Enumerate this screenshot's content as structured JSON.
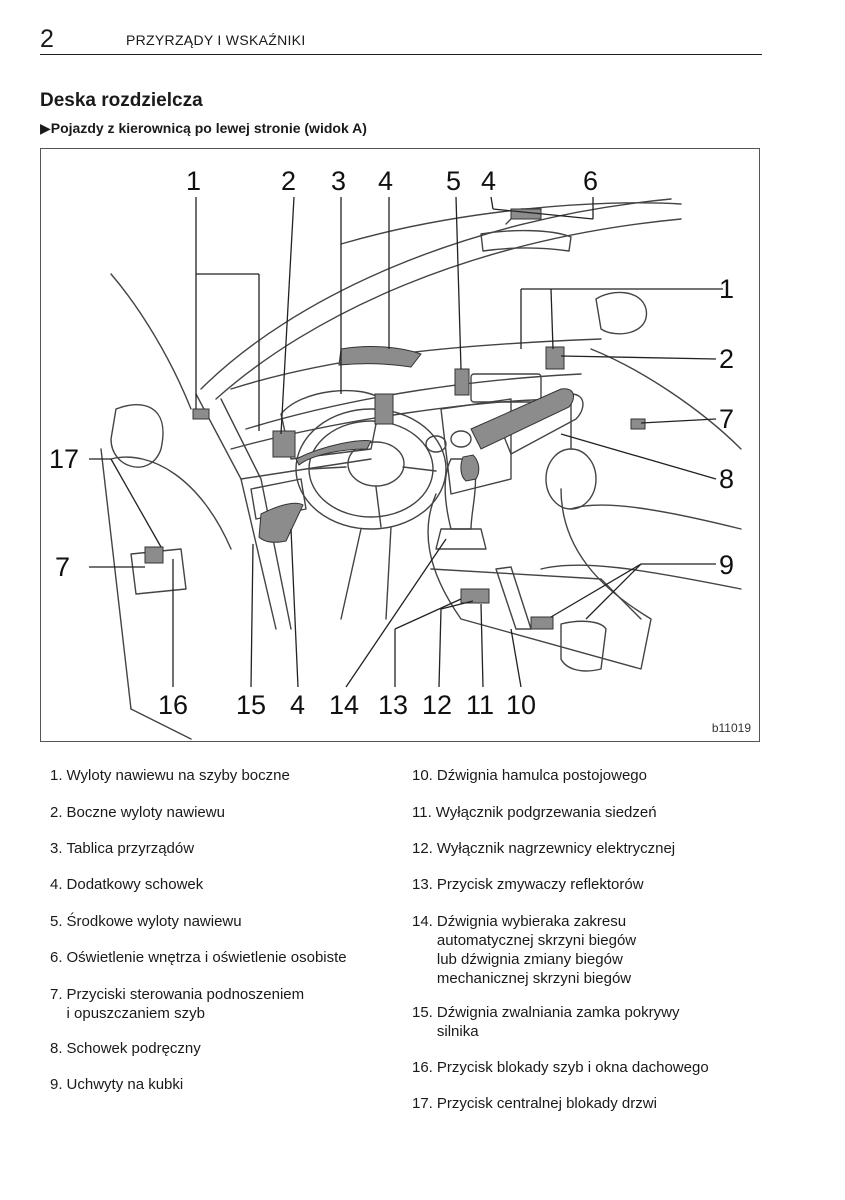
{
  "header": {
    "page_number": "2",
    "running_title": "PRZYRZĄDY I WSKAŹNIKI"
  },
  "section": {
    "title": "Deska rozdzielcza",
    "subtitle": "▶Pojazdy z kierownicą po lewej stronie (widok A)"
  },
  "figure": {
    "code": "b11019",
    "callouts": {
      "c1_top": "1",
      "c2_top": "2",
      "c3_top": "3",
      "c4_top": "4",
      "c5_top": "5",
      "c4_top_right": "4",
      "c6_top": "6",
      "c1_right": "1",
      "c2_right": "2",
      "c7_right": "7",
      "c8_right": "8",
      "c9_right": "9",
      "c17_left": "17",
      "c7_left": "7",
      "c16_bottom": "16",
      "c15_bottom": "15",
      "c4_bottom": "4",
      "c14_bottom": "14",
      "c13_bottom": "13",
      "c12_bottom": "12",
      "c11_bottom": "11",
      "c10_bottom": "10"
    }
  },
  "legend": {
    "left": [
      {
        "num": "1.",
        "text": "Wyloty nawiewu na szyby boczne"
      },
      {
        "num": "2.",
        "text": "Boczne wyloty nawiewu"
      },
      {
        "num": "3.",
        "text": "Tablica przyrządów"
      },
      {
        "num": "4.",
        "text": "Dodatkowy schowek"
      },
      {
        "num": "5.",
        "text": "Środkowe wyloty nawiewu"
      },
      {
        "num": "6.",
        "text": "Oświetlenie wnętrza i oświetlenie osobiste"
      },
      {
        "num": "7.",
        "text": "Przyciski sterowania podnoszeniem\ni opuszczaniem szyb"
      },
      {
        "num": "8.",
        "text": "Schowek podręczny"
      },
      {
        "num": "9.",
        "text": "Uchwyty na kubki"
      }
    ],
    "right": [
      {
        "num": "10.",
        "text": "Dźwignia hamulca postojowego"
      },
      {
        "num": "11.",
        "text": "Wyłącznik podgrzewania siedzeń"
      },
      {
        "num": "12.",
        "text": "Wyłącznik nagrzewnicy elektrycznej"
      },
      {
        "num": "13.",
        "text": "Przycisk zmywaczy reflektorów"
      },
      {
        "num": "14.",
        "text": "Dźwignia wybieraka zakresu\nautomatycznej skrzyni biegów\nlub dźwignia zmiany biegów\nmechanicznej skrzyni biegów"
      },
      {
        "num": "15.",
        "text": "Dźwignia zwalniania zamka pokrywy\nsilnika"
      },
      {
        "num": "16.",
        "text": "Przycisk blokady szyb i okna dachowego"
      },
      {
        "num": "17.",
        "text": "Przycisk centralnej blokady drzwi"
      }
    ]
  }
}
